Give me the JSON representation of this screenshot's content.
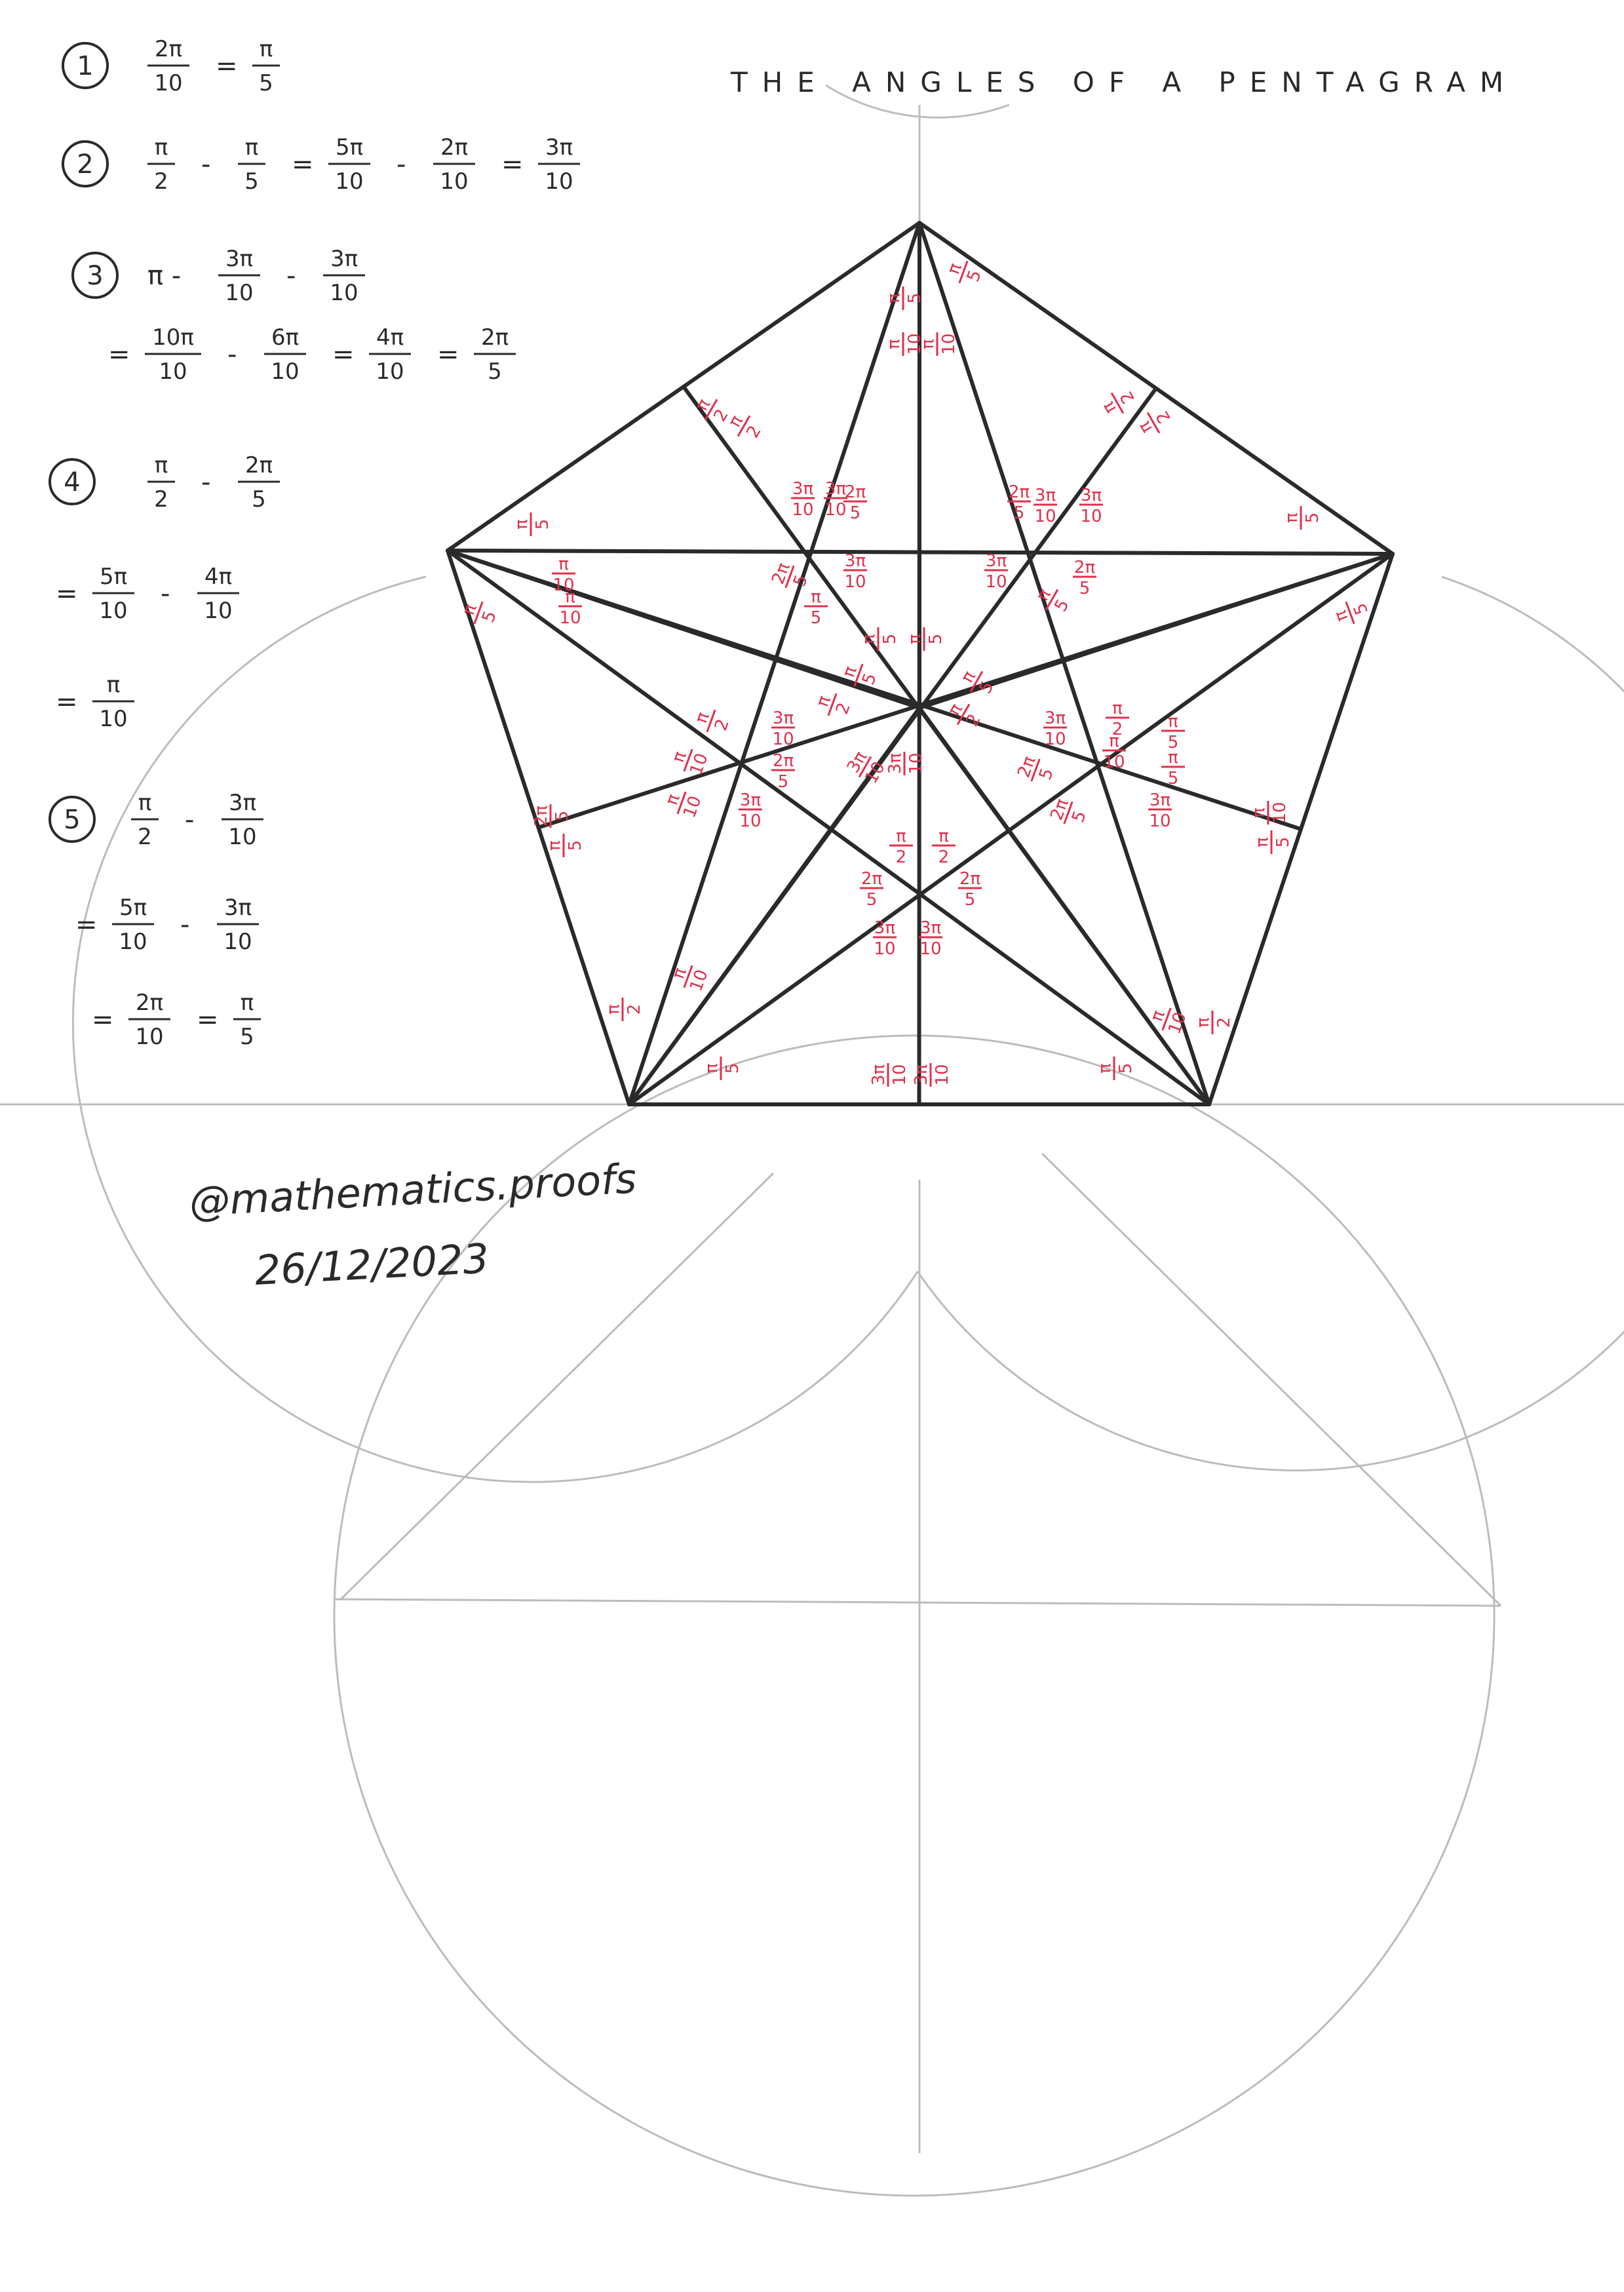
{
  "title": "THE ANGLES OF A PENTAGRAM",
  "steps": [
    {
      "number": "1",
      "lines": [
        [
          {
            "n": "2π",
            "d": "10"
          },
          "=",
          {
            "n": "π",
            "d": "5"
          }
        ]
      ]
    },
    {
      "number": "2",
      "lines": [
        [
          {
            "n": "π",
            "d": "2"
          },
          "-",
          {
            "n": "π",
            "d": "5"
          },
          "=",
          {
            "n": "5π",
            "d": "10"
          },
          "-",
          {
            "n": "2π",
            "d": "10"
          },
          "=",
          {
            "n": "3π",
            "d": "10"
          }
        ]
      ]
    },
    {
      "number": "3",
      "lines": [
        [
          "π -",
          {
            "n": "3π",
            "d": "10"
          },
          "-",
          {
            "n": "3π",
            "d": "10"
          }
        ],
        [
          "=",
          {
            "n": "10π",
            "d": "10"
          },
          "-",
          {
            "n": "6π",
            "d": "10"
          },
          "=",
          {
            "n": "4π",
            "d": "10"
          },
          "=",
          {
            "n": "2π",
            "d": "5"
          }
        ]
      ]
    },
    {
      "number": "4",
      "lines": [
        [
          {
            "n": "π",
            "d": "2"
          },
          "-",
          {
            "n": "2π",
            "d": "5"
          }
        ],
        [
          "=",
          {
            "n": "5π",
            "d": "10"
          },
          "-",
          {
            "n": "4π",
            "d": "10"
          }
        ],
        [
          "=",
          {
            "n": "π",
            "d": "10"
          }
        ]
      ]
    },
    {
      "number": "5",
      "lines": [
        [
          {
            "n": "π",
            "d": "2"
          },
          "-",
          {
            "n": "3π",
            "d": "10"
          }
        ],
        [
          "=",
          {
            "n": "5π",
            "d": "10"
          },
          "-",
          {
            "n": "3π",
            "d": "10"
          }
        ],
        [
          "=",
          {
            "n": "2π",
            "d": "10"
          },
          "=",
          {
            "n": "π",
            "d": "5"
          }
        ]
      ]
    }
  ],
  "angle_labels": [
    {
      "n": "π",
      "d": "5"
    },
    {
      "n": "π",
      "d": "5"
    },
    {
      "n": "π",
      "d": "10"
    },
    {
      "n": "π",
      "d": "10"
    },
    {
      "n": "π",
      "d": "2"
    },
    {
      "n": "π",
      "d": "2"
    },
    {
      "n": "π",
      "d": "2"
    },
    {
      "n": "π",
      "d": "2"
    },
    {
      "n": "3π",
      "d": "10"
    },
    {
      "n": "3π",
      "d": "10"
    },
    {
      "n": "2π",
      "d": "5"
    },
    {
      "n": "2π",
      "d": "5"
    },
    {
      "n": "3π",
      "d": "10"
    },
    {
      "n": "3π",
      "d": "10"
    },
    {
      "n": "π",
      "d": "5"
    },
    {
      "n": "π",
      "d": "5"
    },
    {
      "n": "π",
      "d": "10"
    },
    {
      "n": "π",
      "d": "10"
    },
    {
      "n": "π",
      "d": "5"
    },
    {
      "n": "π",
      "d": "5"
    },
    {
      "n": "2π",
      "d": "5"
    },
    {
      "n": "2π",
      "d": "5"
    },
    {
      "n": "3π",
      "d": "10"
    },
    {
      "n": "3π",
      "d": "10"
    },
    {
      "n": "π",
      "d": "5"
    },
    {
      "n": "π",
      "d": "5"
    },
    {
      "n": "π",
      "d": "5"
    },
    {
      "n": "π",
      "d": "5"
    },
    {
      "n": "π",
      "d": "5"
    },
    {
      "n": "π",
      "d": "5"
    },
    {
      "n": "π",
      "d": "2"
    },
    {
      "n": "π",
      "d": "2"
    },
    {
      "n": "π",
      "d": "2"
    },
    {
      "n": "π",
      "d": "2"
    },
    {
      "n": "3π",
      "d": "10"
    },
    {
      "n": "3π",
      "d": "10"
    },
    {
      "n": "2π",
      "d": "5"
    },
    {
      "n": "2π",
      "d": "5"
    },
    {
      "n": "3π",
      "d": "10"
    },
    {
      "n": "3π",
      "d": "10"
    },
    {
      "n": "π",
      "d": "10"
    },
    {
      "n": "π",
      "d": "10"
    },
    {
      "n": "π",
      "d": "5"
    },
    {
      "n": "π",
      "d": "5"
    },
    {
      "n": "2π",
      "d": "5"
    },
    {
      "n": "2π",
      "d": "5"
    },
    {
      "n": "3π",
      "d": "10"
    },
    {
      "n": "3π",
      "d": "10"
    },
    {
      "n": "π",
      "d": "10"
    },
    {
      "n": "π",
      "d": "10"
    },
    {
      "n": "π",
      "d": "5"
    },
    {
      "n": "π",
      "d": "5"
    },
    {
      "n": "π",
      "d": "2"
    },
    {
      "n": "π",
      "d": "2"
    },
    {
      "n": "2π",
      "d": "5"
    },
    {
      "n": "2π",
      "d": "5"
    },
    {
      "n": "3π",
      "d": "10"
    },
    {
      "n": "3π",
      "d": "10"
    },
    {
      "n": "π",
      "d": "10"
    },
    {
      "n": "π",
      "d": "10"
    },
    {
      "n": "π",
      "d": "2"
    },
    {
      "n": "π",
      "d": "2"
    },
    {
      "n": "π",
      "d": "5"
    },
    {
      "n": "π",
      "d": "5"
    },
    {
      "n": "3π",
      "d": "10"
    },
    {
      "n": "3π",
      "d": "10"
    }
  ],
  "signature": {
    "handle": "@mathematics.proofs",
    "date": "26/12/2023"
  }
}
